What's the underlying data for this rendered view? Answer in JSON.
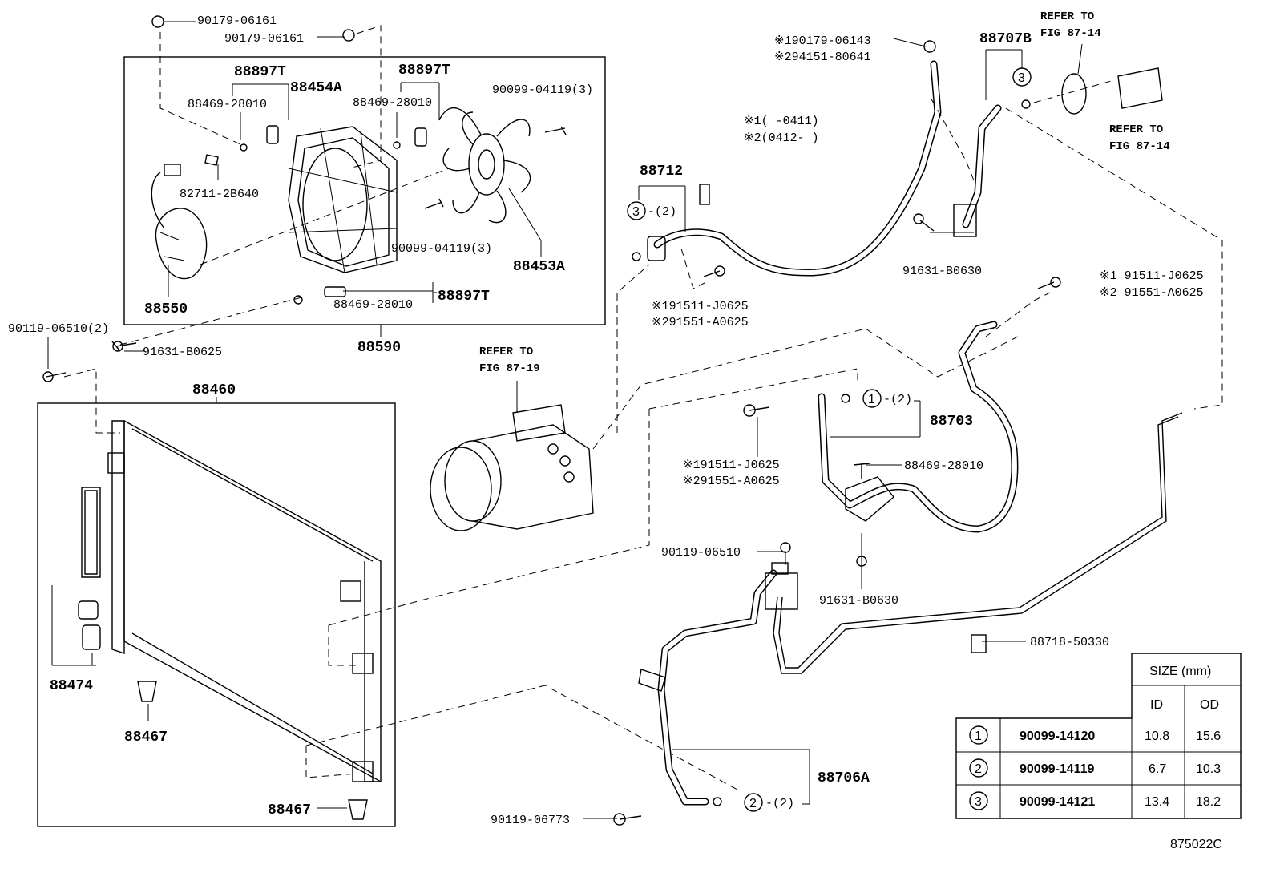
{
  "labels": {
    "p1": "90179-06161",
    "p2": "90179-06161",
    "p3": "88897T",
    "p4": "88454A",
    "p5": "88897T",
    "p6": "88469-28010",
    "p7": "88469-28010",
    "p8": "90099-04119(3)",
    "p9": "82711-2B640",
    "p10": "90099-04119(3)",
    "p11": "88453A",
    "p12": "88550",
    "p13": "88469-28010",
    "p14": "88897T",
    "p15": "88590",
    "p16": "90119-06510(2)",
    "p17": "91631-B0625",
    "p18": "88460",
    "p19": "88474",
    "p20": "88467",
    "p21": "88467",
    "p22": "88712",
    "p23": "-(2)",
    "p24": "※191511-J0625",
    "p25": "※291551-A0625",
    "p26": "※190179-06143",
    "p27": "※294151-80641",
    "p28": "※1(      -0411)",
    "p29": "※2(0412-      )",
    "p30": "88707B",
    "p31": "91631-B0630",
    "p32": "※1 91511-J0625",
    "p33": "※2 91551-A0625",
    "p34": "-(2)",
    "p35": "88703",
    "p36": "※191511-J0625",
    "p37": "※291551-A0625",
    "p38": "88469-28010",
    "p39": "91631-B0630",
    "p40": "90119-06510",
    "p41": "88718-50330",
    "p42": "88706A",
    "p43": "-(2)",
    "p44": "90119-06773",
    "p45": "875022C"
  },
  "refer": {
    "r1a": "REFER TO",
    "r1b": "FIG 87-19",
    "r2a": "REFER TO",
    "r2b": "FIG 87-14",
    "r3a": "REFER TO",
    "r3b": "FIG 87-14"
  },
  "circled": {
    "c1": "1",
    "c2": "2",
    "c3": "3",
    "c4": "3",
    "c5": "2"
  },
  "size_table": {
    "header": "SIZE (mm)",
    "col_id": "ID",
    "col_od": "OD",
    "rows": [
      {
        "num": "1",
        "part": "90099-14120",
        "id": "10.8",
        "od": "15.6"
      },
      {
        "num": "2",
        "part": "90099-14119",
        "id": "6.7",
        "od": "10.3"
      },
      {
        "num": "3",
        "part": "90099-14121",
        "id": "13.4",
        "od": "18.2"
      }
    ]
  }
}
